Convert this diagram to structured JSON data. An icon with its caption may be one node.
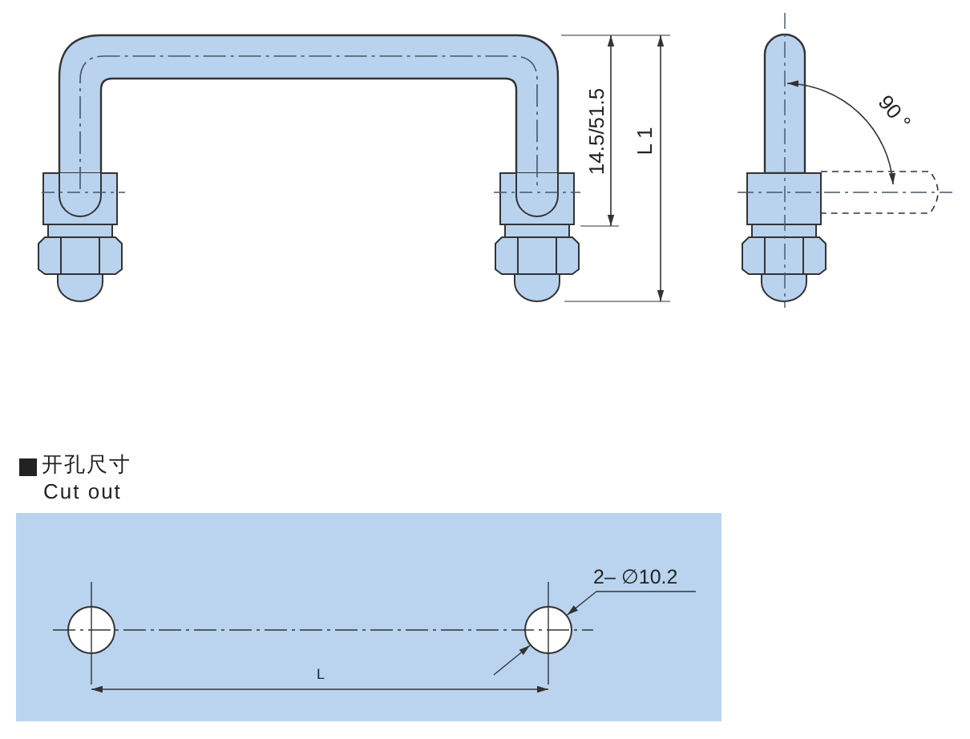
{
  "diagram": {
    "nodes": [
      {
        "text": [
          "开孔尺寸",
          "Cut out"
        ]
      },
      {
        "text": [],
        "shape": "circle",
        "in": 0
      },
      {
        "text": [],
        "shape": "circle",
        "in": 0
      },
      {
        "text": [
          "2– ∅10.2"
        ],
        "in": 0
      }
    ],
    "edges": [
      {
        "from": 3,
        "to": 2,
        "arrow": "to"
      }
    ],
    "labels": [
      "14.5/51.5",
      "L 1",
      "90 °",
      "L"
    ]
  }
}
